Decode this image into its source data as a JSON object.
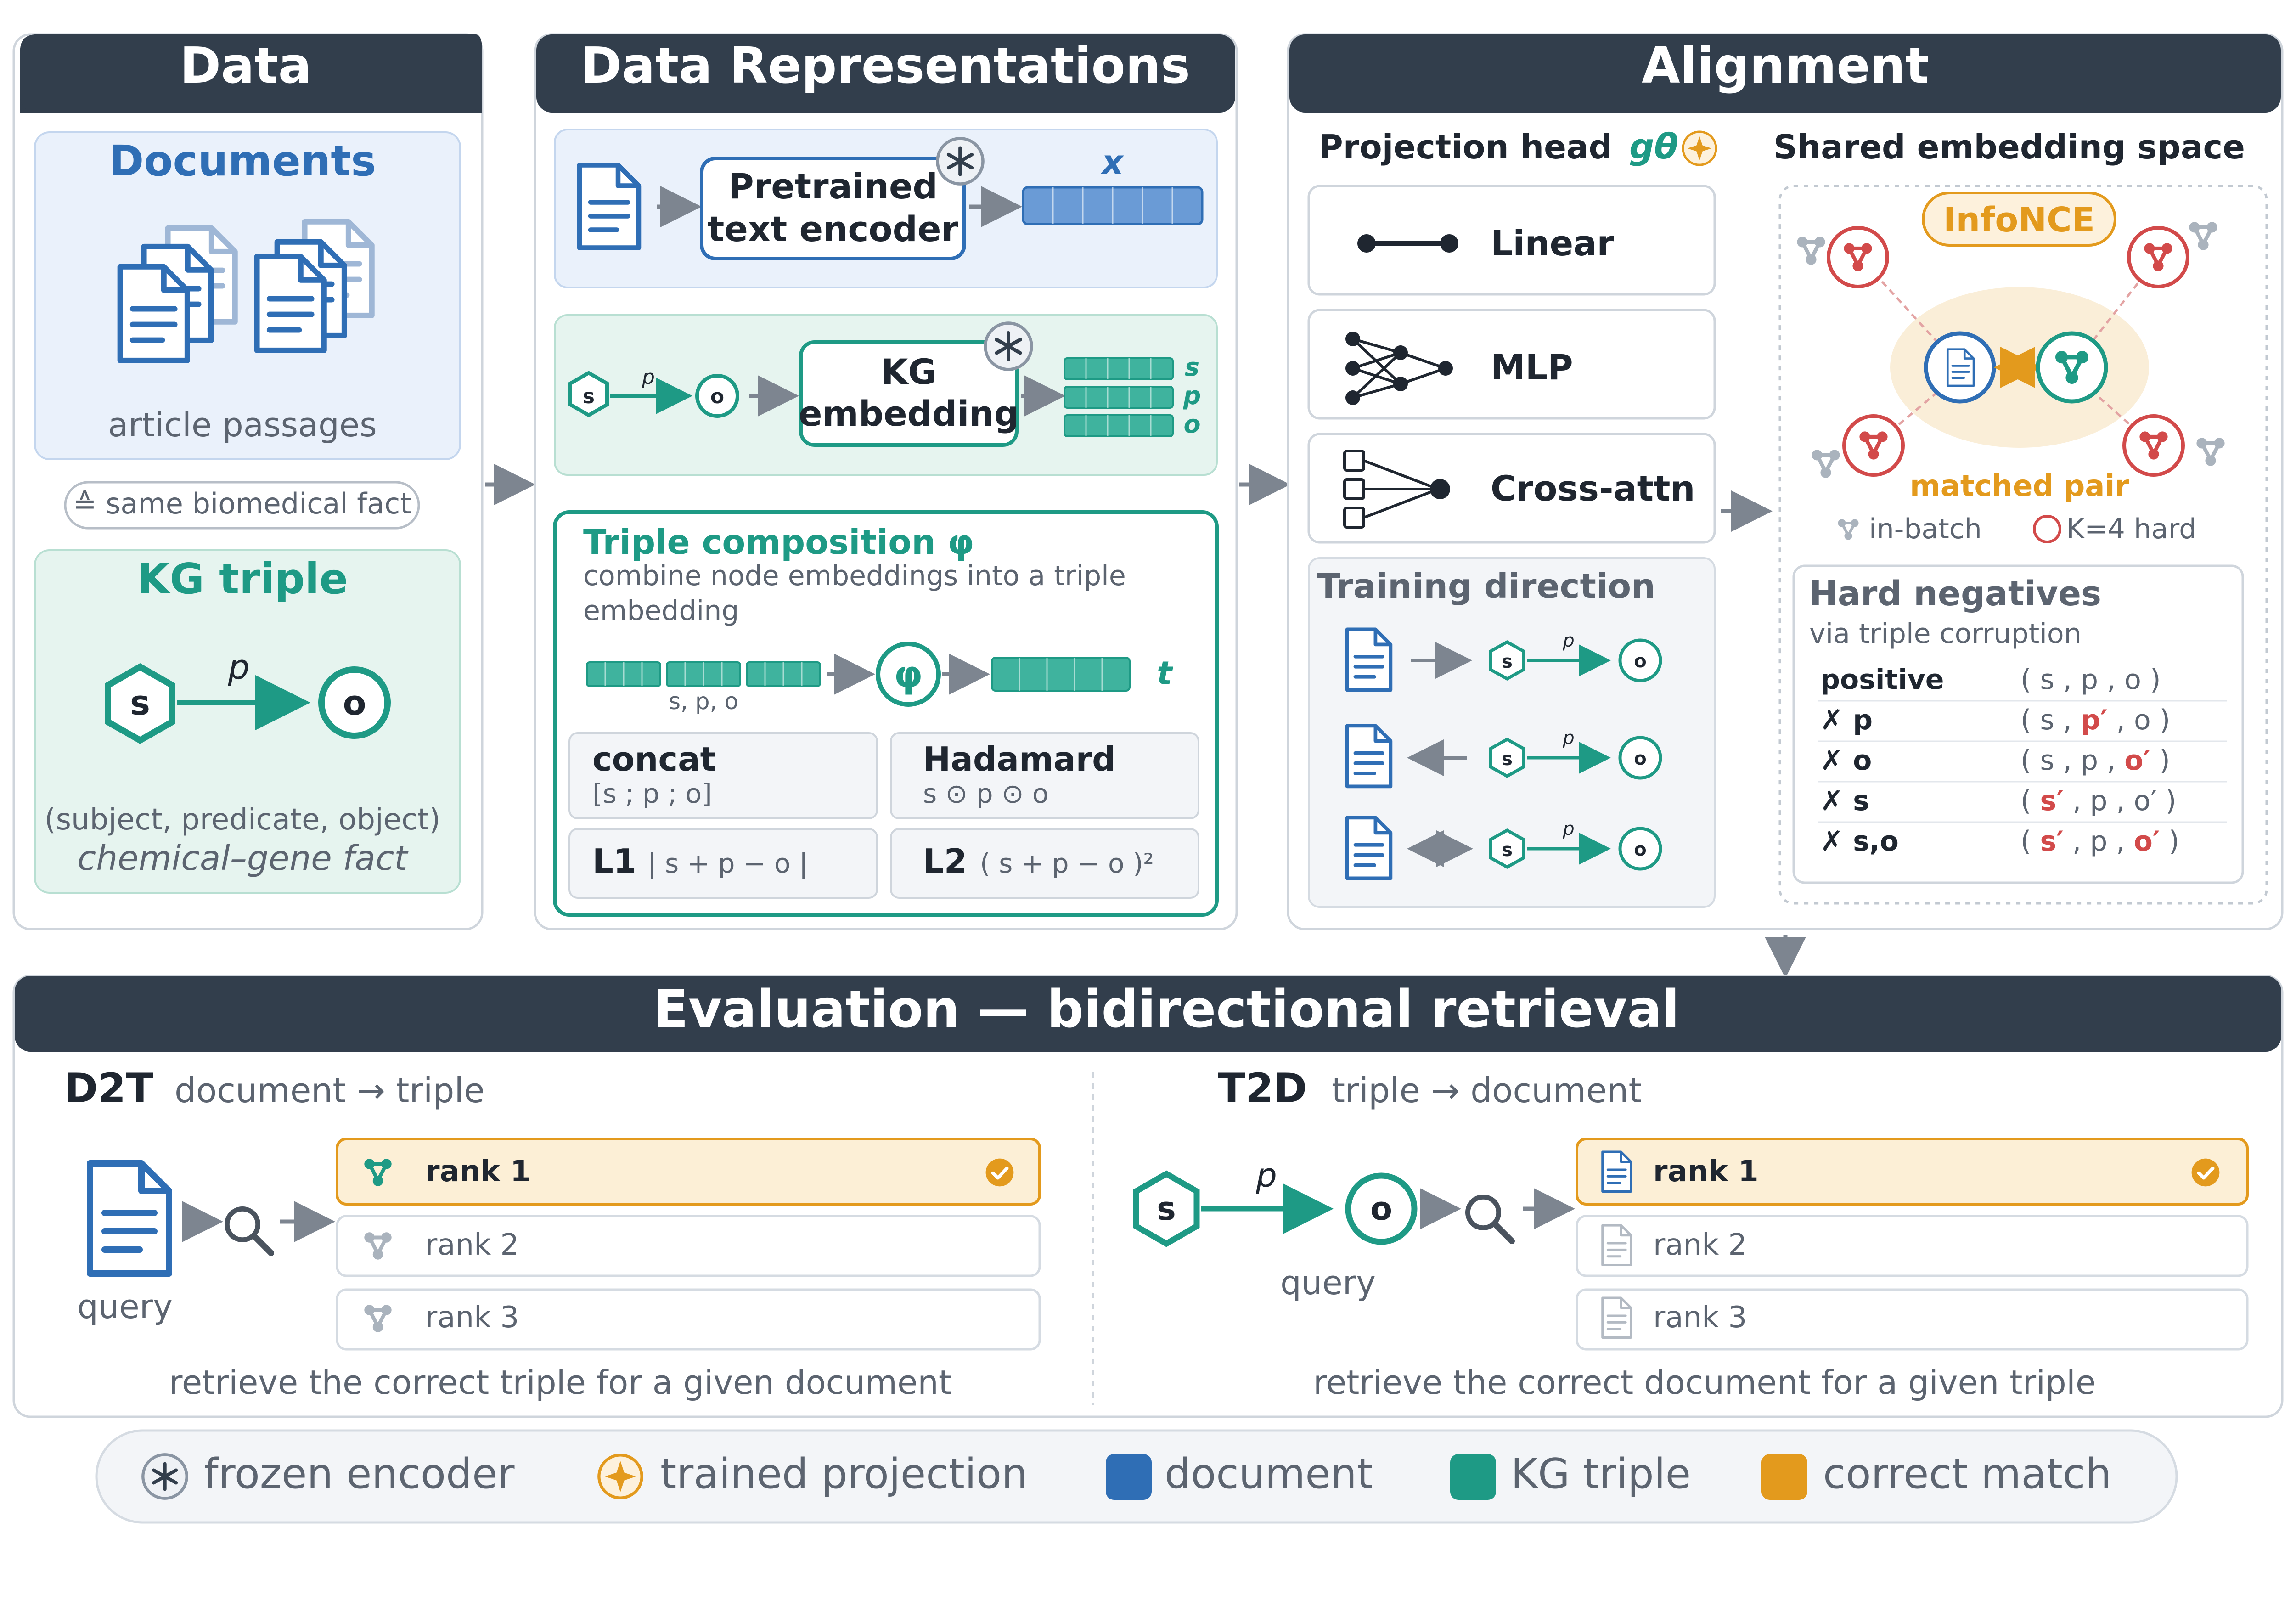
{
  "colors": {
    "navy": "#323e4c",
    "doc_blue": "#2f6eb5",
    "kg_teal": "#1e9a85",
    "match_orange": "#e39a1d",
    "neg_red": "#d24a4a",
    "text_gray": "#5c6470",
    "text_dark": "#1f2630",
    "doc_bg": "#eaf1fb",
    "kg_bg": "#e6f4ef",
    "panel_bg": "#f3f5f8"
  },
  "data_panel": {
    "title": "Data",
    "documents_title": "Documents",
    "documents_caption": "article passages",
    "same_fact_pill": "≙ same biomedical fact",
    "kg_title": "KG triple",
    "kg_s": "s",
    "kg_p": "p",
    "kg_o": "o",
    "kg_caption1": "(subject, predicate, object)",
    "kg_caption2": "chemical–gene fact"
  },
  "repr_panel": {
    "title": "Data Representations",
    "text_encoder": [
      "Pretrained",
      "text encoder"
    ],
    "x_label": "x",
    "kg_embedding": [
      "KG",
      "embedding"
    ],
    "spo_labels": [
      "s",
      "p",
      "o"
    ],
    "small_s": "s",
    "small_p": "p",
    "small_o": "o",
    "composition_title": "Triple composition φ",
    "composition_desc": [
      "combine node embeddings into a triple",
      "embedding"
    ],
    "spo_caption": "s, p, o",
    "phi": "φ",
    "t_label": "t",
    "methods": [
      {
        "name": "concat",
        "formula": "[s ; p ; o]"
      },
      {
        "name": "Hadamard",
        "formula": "s ⊙ p ⊙ o"
      },
      {
        "name": "L1",
        "formula": "| s + p − o |"
      },
      {
        "name": "L2",
        "formula": "( s + p − o )²"
      }
    ]
  },
  "alignment_panel": {
    "title": "Alignment",
    "projection_label": "Projection head",
    "projection_symbol": "gθ",
    "heads": [
      "Linear",
      "MLP",
      "Cross-attn"
    ],
    "training_title": "Training direction",
    "shared_space_title": "Shared embedding space",
    "infonce": "InfoNCE",
    "matched_pair": "matched pair",
    "in_batch": "in-batch",
    "k_hard": "K=4 hard",
    "hard_neg_title": "Hard negatives",
    "hard_neg_sub": "via triple corruption",
    "hard_neg_rows": [
      {
        "label": "positive",
        "s": "s",
        "p": "p",
        "o": "o",
        "bad": []
      },
      {
        "label": "✗ p",
        "s": "s",
        "p": "p′",
        "o": "o",
        "bad": [
          "p"
        ]
      },
      {
        "label": "✗ o",
        "s": "s",
        "p": "p",
        "o": "o′",
        "bad": [
          "o"
        ]
      },
      {
        "label": "✗ s",
        "s": "s′",
        "p": "p",
        "o": "o′",
        "bad": [
          "s"
        ]
      },
      {
        "label": "✗ s,o",
        "s": "s′",
        "p": "p",
        "o": "o′",
        "bad": [
          "s",
          "o"
        ]
      }
    ]
  },
  "evaluation": {
    "title": "Evaluation — bidirectional retrieval",
    "d2t": {
      "code": "D2T",
      "desc": "document → triple",
      "query": "query",
      "ranks": [
        "rank 1",
        "rank 2",
        "rank 3"
      ],
      "caption": "retrieve the correct triple for a given document"
    },
    "t2d": {
      "code": "T2D",
      "desc": "triple → document",
      "query": "query",
      "s": "s",
      "p": "p",
      "o": "o",
      "ranks": [
        "rank 1",
        "rank 2",
        "rank 3"
      ],
      "caption": "retrieve the correct document for a given triple"
    }
  },
  "legend": {
    "items": [
      {
        "icon": "snowflake-icon",
        "label": "frozen encoder"
      },
      {
        "icon": "star-icon",
        "label": "trained projection"
      },
      {
        "icon": "swatch-blue",
        "label": "document"
      },
      {
        "icon": "swatch-teal",
        "label": "KG triple"
      },
      {
        "icon": "swatch-orange",
        "label": "correct match"
      }
    ]
  }
}
